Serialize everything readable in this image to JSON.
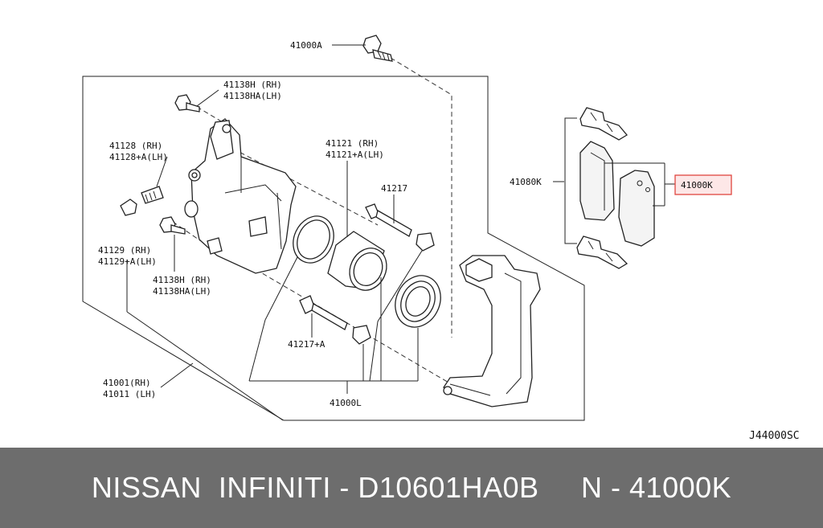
{
  "diagram": {
    "callouts": {
      "c41000A": "41000A",
      "c41138H_top": "41138H (RH)",
      "c41138HA_top": "41138HA(LH)",
      "c41128": "41128  (RH)",
      "c41128A": "41128+A(LH)",
      "c41121": "41121  (RH)",
      "c41121A": "41121+A(LH)",
      "c41217": "41217",
      "c41129": "41129  (RH)",
      "c41129A": "41129+A(LH)",
      "c41138H_bot": "41138H (RH)",
      "c41138HA_bot": "41138HA(LH)",
      "c41217A": "41217+A",
      "c41001": "41001(RH)",
      "c41011": "41011 (LH)",
      "c41000L": "41000L",
      "c41080K": "41080K",
      "c41000K": "41000K"
    },
    "code": "J44000SC",
    "highlight_color": "#e0463f"
  },
  "footer": {
    "text": "NISSAN  INFINITI - D10601HA0B     N - 41000K",
    "background": "#6d6d6d"
  }
}
